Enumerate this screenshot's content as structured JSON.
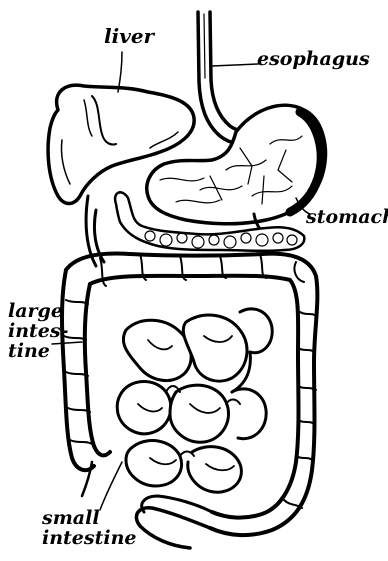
{
  "labels": {
    "liver": "liver",
    "esophagus": "esophagus",
    "stomach": "stomach",
    "large_intestine_lines": [
      "large",
      "intes-",
      "tine"
    ],
    "small_intestine_lines": [
      "small",
      "intestine"
    ]
  },
  "colors": {
    "ink": "#000000",
    "paper": "#ffffff"
  }
}
